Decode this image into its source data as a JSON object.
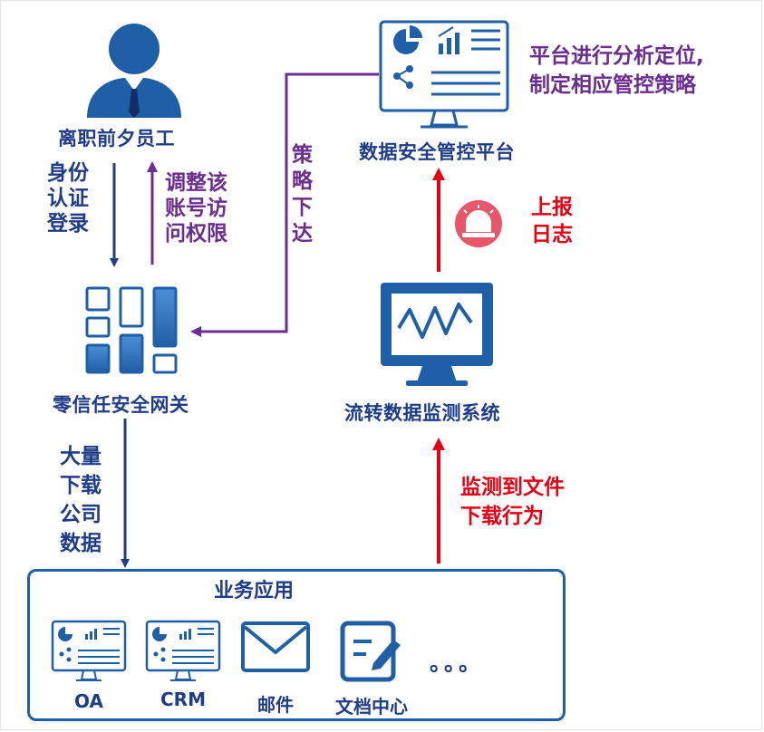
{
  "nodes": {
    "employee": "离职前夕员工",
    "gateway": "零信任安全网关",
    "platform": "数据安全管控平台",
    "monitor": "流转数据监测系统"
  },
  "edges": {
    "auth_login": "身份\n认证\n登录",
    "adjust_perm": "调整该\n账号访\n问权限",
    "policy_issue": "策\n略\n下\n达",
    "download_data": "大量\n下载\n公司\n数据",
    "report_log": "上报\n日志",
    "detect_download": "监测到文件\n下载行为"
  },
  "platform_note": "平台进行分析定位,\n制定相应管控策略",
  "business": {
    "title": "业务应用",
    "apps": [
      "OA",
      "CRM",
      "邮件",
      "文档中心"
    ],
    "more": "。。。"
  },
  "colors": {
    "dark_blue": "#1f3c88",
    "blue": "#1f5fa8",
    "purple": "#6b2d8f",
    "red": "#e60012",
    "alarm_pink": "#e8566a"
  },
  "icons": [
    "person-icon",
    "gateway-icon",
    "dashboard-monitor-icon",
    "waveform-monitor-icon",
    "alarm-icon",
    "mail-icon",
    "document-edit-icon"
  ]
}
